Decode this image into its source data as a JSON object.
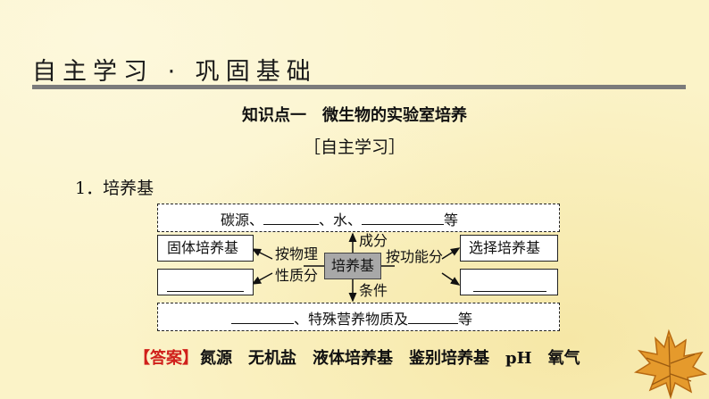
{
  "header": {
    "title": "自主学习 · 巩固基础"
  },
  "knowledge_point": {
    "title": "知识点一　微生物的实验室培养"
  },
  "sub_heading": "［自主学习］",
  "item": {
    "heading": "1．培养基"
  },
  "diagram": {
    "top_row": {
      "part1": "碳源、",
      "part2": "、水、",
      "part3": "等"
    },
    "center": "培养基",
    "up_label": "成分",
    "down_label": "条件",
    "left_label_line1": "按物理",
    "left_label_line2": "性质分",
    "right_label": "按功能分",
    "left_top_box": "固体培养基",
    "right_top_box": "选择培养基",
    "bottom_row": {
      "part1": "、特殊营养物质及",
      "part2": "等"
    }
  },
  "answer": {
    "label": "【答案】",
    "items": [
      "氮源",
      "无机盐",
      "液体培养基",
      "鉴别培养基",
      "pH",
      "氧气"
    ]
  },
  "colors": {
    "answer_label": "#d0201b",
    "background": "#fbf3c8",
    "center_box": "#a8a8a8"
  }
}
